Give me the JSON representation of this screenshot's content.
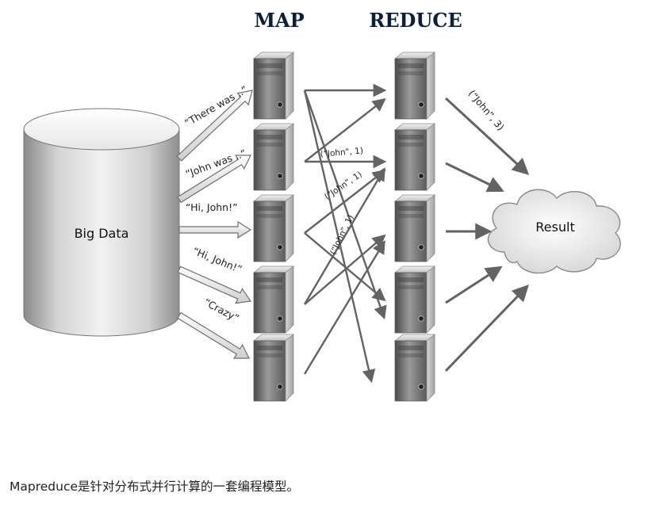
{
  "diagram": {
    "map_title": "MAP",
    "reduce_title": "REDUCE",
    "big_data_label": "Big Data",
    "result_label": "Result",
    "split_labels": [
      "“There was ..”",
      "“John was ..”",
      "“Hi, John!”",
      "“Hi, John!”",
      "“Crazy”"
    ],
    "pair_labels": [
      "(“John”, 1)",
      "(“John”, 1)",
      "(“John”, 1)",
      "(“John”, 3)"
    ]
  },
  "caption": "Mapreduce是针对分布式并行计算的一套编程模型。"
}
